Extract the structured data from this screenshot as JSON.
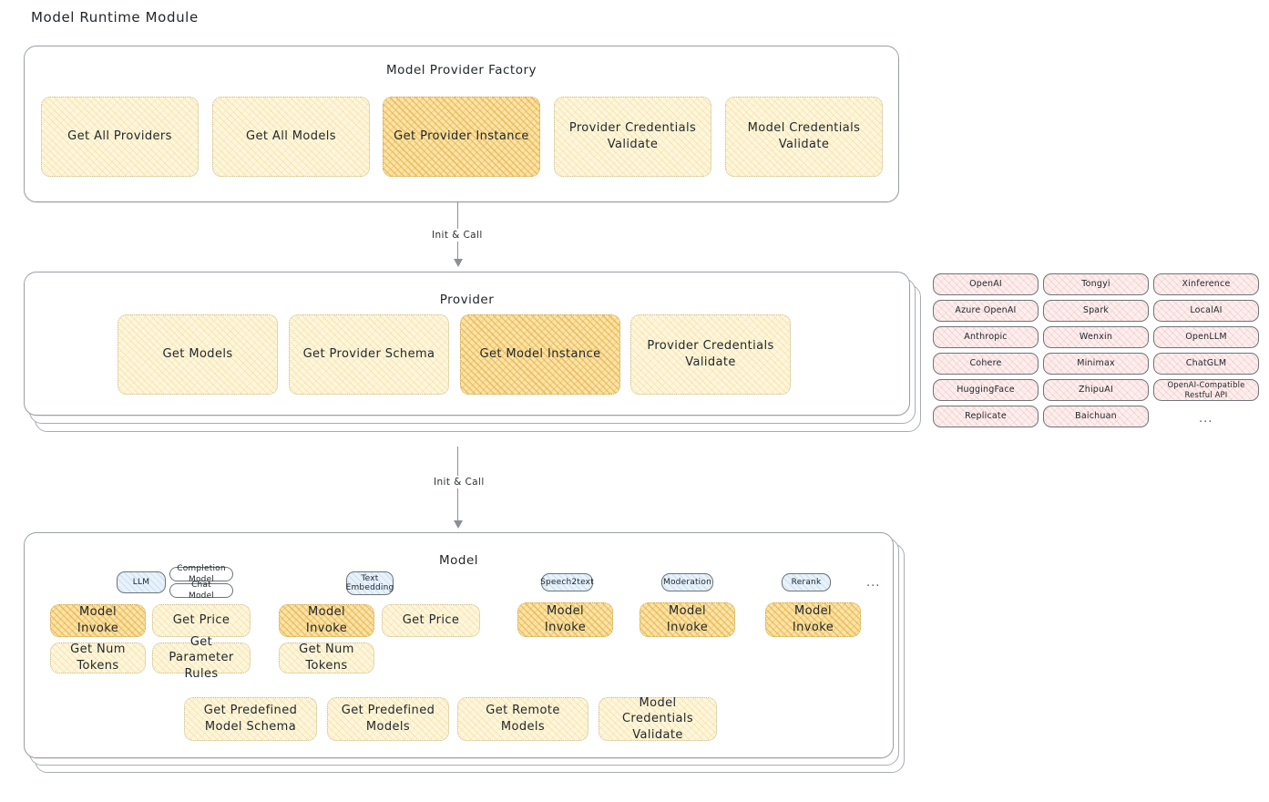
{
  "page": {
    "title": "Model Runtime Module"
  },
  "factory": {
    "title": "Model Provider Factory",
    "nodes": [
      {
        "label": "Get All Providers",
        "highlight": false
      },
      {
        "label": "Get All Models",
        "highlight": false
      },
      {
        "label": "Get Provider Instance",
        "highlight": true
      },
      {
        "label": "Provider Credentials Validate",
        "highlight": false
      },
      {
        "label": "Model Credentials Validate",
        "highlight": false
      }
    ]
  },
  "arrows": [
    {
      "label": "Init & Call"
    },
    {
      "label": "Init & Call"
    }
  ],
  "provider": {
    "title": "Provider",
    "nodes": [
      {
        "label": "Get Models",
        "highlight": false
      },
      {
        "label": "Get Provider Schema",
        "highlight": false
      },
      {
        "label": "Get Model Instance",
        "highlight": true
      },
      {
        "label": "Provider Credentials Validate",
        "highlight": false
      }
    ]
  },
  "provider_list": {
    "columns": [
      [
        "OpenAI",
        "Azure OpenAI",
        "Anthropic",
        "Cohere",
        "HuggingFace",
        "Replicate"
      ],
      [
        "Tongyi",
        "Spark",
        "Wenxin",
        "Minimax",
        "ZhipuAI",
        "Baichuan"
      ],
      [
        "Xinference",
        "LocalAI",
        "OpenLLM",
        "ChatGLM",
        "OpenAI-Compatible Restful API"
      ]
    ],
    "more": "..."
  },
  "model": {
    "title": "Model",
    "more": "...",
    "types": [
      {
        "name": "LLM",
        "sub": [
          "Completion Model",
          "Chat Model"
        ]
      },
      {
        "name": "Text Embedding",
        "sub": []
      },
      {
        "name": "Speech2text",
        "sub": []
      },
      {
        "name": "Moderation",
        "sub": []
      },
      {
        "name": "Rerank",
        "sub": []
      }
    ],
    "groups": [
      {
        "nodes": [
          {
            "label": "Model Invoke",
            "highlight": true
          },
          {
            "label": "Get Price",
            "highlight": false
          },
          {
            "label": "Get Num Tokens",
            "highlight": false
          },
          {
            "label": "Get Parameter Rules",
            "highlight": false
          }
        ]
      },
      {
        "nodes": [
          {
            "label": "Model Invoke",
            "highlight": true
          },
          {
            "label": "Get Price",
            "highlight": false
          },
          {
            "label": "Get Num Tokens",
            "highlight": false
          }
        ]
      },
      {
        "nodes": [
          {
            "label": "Model Invoke",
            "highlight": true
          }
        ]
      },
      {
        "nodes": [
          {
            "label": "Model Invoke",
            "highlight": true
          }
        ]
      },
      {
        "nodes": [
          {
            "label": "Model Invoke",
            "highlight": true
          }
        ]
      }
    ],
    "common": [
      {
        "label": "Get Predefined Model Schema"
      },
      {
        "label": "Get Predefined Models"
      },
      {
        "label": "Get Remote Models"
      },
      {
        "label": "Model Credentials Validate"
      }
    ]
  }
}
